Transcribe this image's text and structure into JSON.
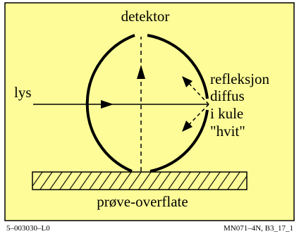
{
  "labels": {
    "detector": "detektor",
    "light": "lys",
    "reflection_lines": [
      "refleksjon",
      "diffus",
      "i kule",
      "\"hvit\""
    ],
    "sample_surface": "prøve-overflate"
  },
  "footer": {
    "left": "5–003030–L0",
    "right": "MN071–4N, B3_17_1"
  },
  "colors": {
    "background": "#fdfc98",
    "line": "#000000",
    "page": "#ffffff"
  }
}
